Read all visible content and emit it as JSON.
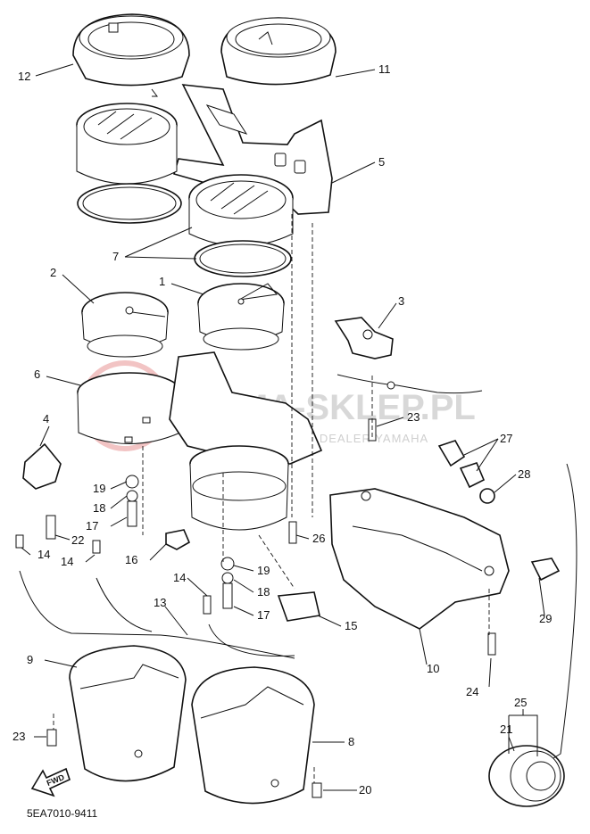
{
  "diagram": {
    "code": "5EA7010-9411",
    "fwd_label": "FWD",
    "watermark": {
      "main": "YAMA-SKLEP.PL",
      "sub": "YAMAHA | DEALER YAMAHA"
    },
    "parts": [
      {
        "id": "p1",
        "num": "1"
      },
      {
        "id": "p2",
        "num": "2"
      },
      {
        "id": "p3",
        "num": "3"
      },
      {
        "id": "p4",
        "num": "4"
      },
      {
        "id": "p5",
        "num": "5"
      },
      {
        "id": "p6",
        "num": "6"
      },
      {
        "id": "p7",
        "num": "7"
      },
      {
        "id": "p8",
        "num": "8"
      },
      {
        "id": "p9",
        "num": "9"
      },
      {
        "id": "p10",
        "num": "10"
      },
      {
        "id": "p11",
        "num": "11"
      },
      {
        "id": "p12",
        "num": "12"
      },
      {
        "id": "p13",
        "num": "13"
      },
      {
        "id": "p14a",
        "num": "14"
      },
      {
        "id": "p14b",
        "num": "14"
      },
      {
        "id": "p14c",
        "num": "14"
      },
      {
        "id": "p15",
        "num": "15"
      },
      {
        "id": "p16",
        "num": "16"
      },
      {
        "id": "p17a",
        "num": "17"
      },
      {
        "id": "p17b",
        "num": "17"
      },
      {
        "id": "p18a",
        "num": "18"
      },
      {
        "id": "p18b",
        "num": "18"
      },
      {
        "id": "p19a",
        "num": "19"
      },
      {
        "id": "p19b",
        "num": "19"
      },
      {
        "id": "p20",
        "num": "20"
      },
      {
        "id": "p21",
        "num": "21"
      },
      {
        "id": "p22",
        "num": "22"
      },
      {
        "id": "p23a",
        "num": "23"
      },
      {
        "id": "p23b",
        "num": "23"
      },
      {
        "id": "p24",
        "num": "24"
      },
      {
        "id": "p25",
        "num": "25"
      },
      {
        "id": "p26",
        "num": "26"
      },
      {
        "id": "p27",
        "num": "27"
      },
      {
        "id": "p28",
        "num": "28"
      },
      {
        "id": "p29",
        "num": "29"
      }
    ]
  }
}
